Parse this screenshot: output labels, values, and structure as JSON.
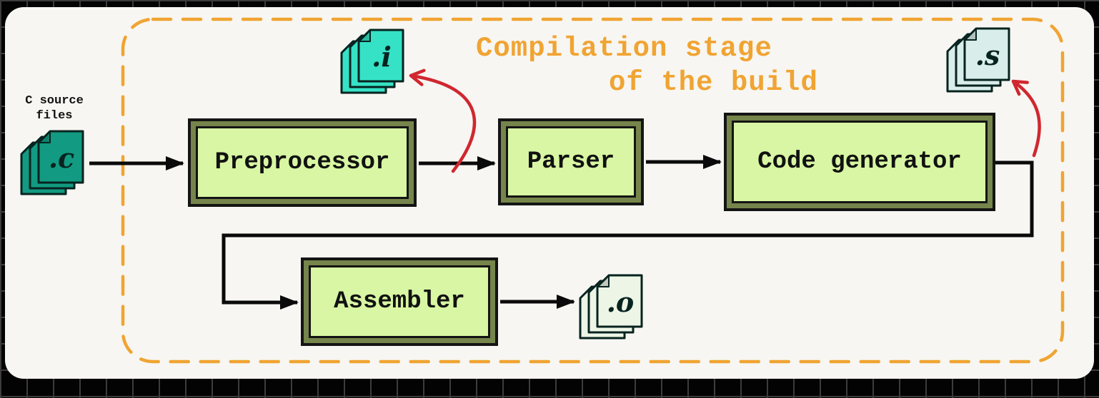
{
  "colors": {
    "grid_bg": "#030303",
    "grid_line": "#3c3c3c",
    "canvas_bg": "#f7f6f2",
    "accent_orange": "#f0a432",
    "box_fill": "#d8f6a3",
    "box_frame": "#75854b",
    "box_line": "#141414",
    "file_c": "#129b82",
    "file_i": "#35e2c6",
    "file_s": "#d9edea",
    "file_o": "#ecf5e6",
    "arrow_black": "#0a0a0a",
    "arrow_red": "#d02730",
    "text": "#111111"
  },
  "title": {
    "line1": "Compilation stage",
    "line2": "of the build"
  },
  "source_label": {
    "line1": "C source",
    "line2": "files"
  },
  "nodes": [
    {
      "id": "preprocessor",
      "label": "Preprocessor"
    },
    {
      "id": "parser",
      "label": "Parser"
    },
    {
      "id": "code_generator",
      "label": "Code generator"
    },
    {
      "id": "assembler",
      "label": "Assembler"
    }
  ],
  "files": [
    {
      "id": "c",
      "label": ".c"
    },
    {
      "id": "i",
      "label": ".i"
    },
    {
      "id": "s",
      "label": ".s"
    },
    {
      "id": "o",
      "label": ".o"
    }
  ],
  "edges": [
    {
      "from": "c_files",
      "to": "preprocessor",
      "style": "black-arrow"
    },
    {
      "from": "preprocessor",
      "to": "parser",
      "style": "black-arrow"
    },
    {
      "from": "preprocessor",
      "to": "i_files",
      "style": "red-curved"
    },
    {
      "from": "parser",
      "to": "code_generator",
      "style": "black-arrow"
    },
    {
      "from": "code_generator",
      "to": "s_files",
      "style": "red-curved"
    },
    {
      "from": "code_generator",
      "to": "assembler",
      "style": "black-elbow-arrow"
    },
    {
      "from": "assembler",
      "to": "o_files",
      "style": "black-arrow"
    }
  ]
}
